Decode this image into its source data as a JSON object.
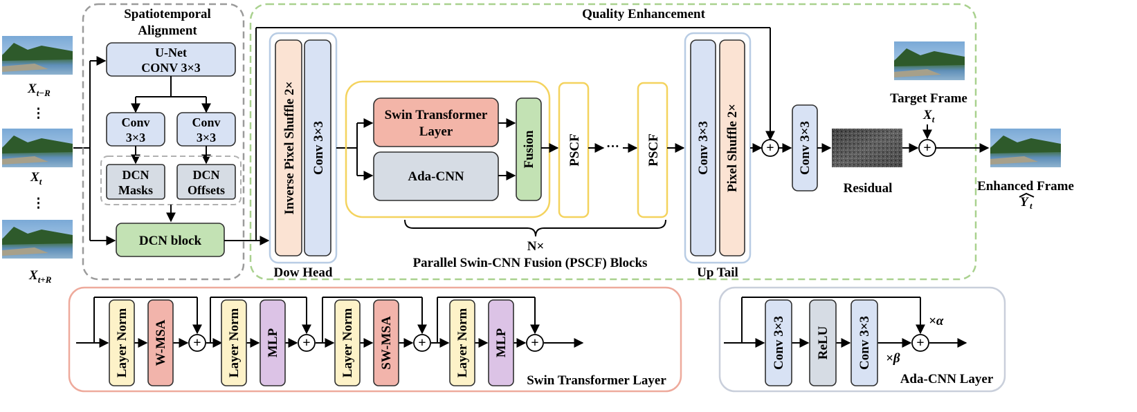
{
  "inputs": {
    "x_t_minus_r": "X",
    "x_t_minus_r_sub": "t−R",
    "x_t": "X",
    "x_t_sub": "t",
    "x_t_plus_r": "X",
    "x_t_plus_r_sub": "t+R",
    "dots": "⋮"
  },
  "alignment": {
    "title_line1": "Spatiotemporal",
    "title_line2": "Alignment",
    "unet_line1": "U-Net",
    "unet_line2": "CONV 3×3",
    "conv_left_line1": "Conv",
    "conv_left_line2": "3×3",
    "conv_right_line1": "Conv",
    "conv_right_line2": "3×3",
    "dcn_masks_line1": "DCN",
    "dcn_masks_line2": "Masks",
    "dcn_offsets_line1": "DCN",
    "dcn_offsets_line2": "Offsets",
    "dcn_block": "DCN block"
  },
  "quality": {
    "title": "Quality Enhancement",
    "inverse_pixel_shuffle": "Inverse Pixel Shuffle 2×",
    "conv_head": "Conv 3×3",
    "dow_head": "Dow Head",
    "swin_line1": "Swin Transformer",
    "swin_line2": "Layer",
    "ada_cnn": "Ada-CNN",
    "fusion": "Fusion",
    "pscf1": "PSCF",
    "pscf_dots": "···",
    "pscf2": "PSCF",
    "n_times": "N×",
    "pscf_blocks": "Parallel Swin-CNN Fusion (PSCF) Blocks",
    "conv_tail": "Conv 3×3",
    "pixel_shuffle": "Pixel Shuffle 2×",
    "up_tail": "Up Tail",
    "conv_out": "Conv 3×3",
    "residual": "Residual",
    "target_frame": "Target Frame",
    "target_x": "X",
    "target_x_sub": "t",
    "enhanced_frame": "Enhanced Frame",
    "enhanced_y": "Y",
    "enhanced_y_sub": "t",
    "plus": "+"
  },
  "swin_layer": {
    "layer_norm_1": "Layer Norm",
    "wmsa": "W-MSA",
    "layer_norm_2": "Layer Norm",
    "mlp_1": "MLP",
    "layer_norm_3": "Layer Norm",
    "swmsa": "SW-MSA",
    "layer_norm_4": "Layer Norm",
    "mlp_2": "MLP",
    "caption": "Swin Transformer Layer"
  },
  "ada_layer": {
    "conv_1": "Conv 3×3",
    "relu": "ReLU",
    "conv_2": "Conv 3×3",
    "alpha": "×α",
    "beta": "×β",
    "caption": "Ada-CNN Layer"
  },
  "colors": {
    "alignment_border": "#9b9b9b",
    "quality_border": "#a9d18e",
    "swin_border": "#eeaa9c",
    "ada_border": "#c9cfdb",
    "pscf_border": "#f4d35e"
  }
}
